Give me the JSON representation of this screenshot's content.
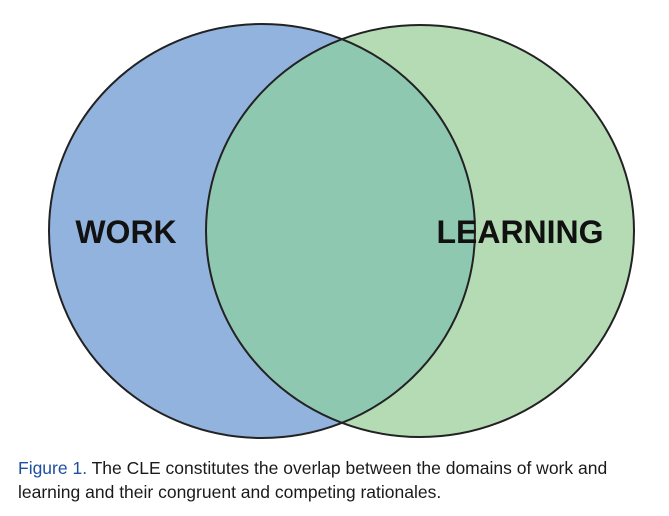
{
  "diagram": {
    "type": "venn",
    "sets": [
      {
        "label": "WORK",
        "color": "#93b3df"
      },
      {
        "label": "LEARNING",
        "color": "#b5dbb5"
      }
    ],
    "overlap_color": "#8ec8b0",
    "outline_color": "#222222"
  },
  "caption": {
    "label": "Figure 1.",
    "text": "The CLE constitutes the overlap between the domains of work and learning and their congruent and competing rationales."
  }
}
